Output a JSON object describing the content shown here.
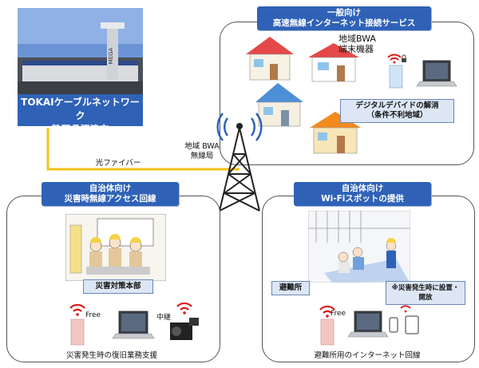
{
  "photo_caption": {
    "line1": "TOKAIケーブルネットワーク",
    "line2": "静岡県沼津市"
  },
  "fiber_label": "光ファイバー",
  "station_label": {
    "line1": "地域 BWA",
    "line2": "無線局"
  },
  "panel_top": {
    "header_line1": "一般向け",
    "header_line2": "高速無線インターネット接続サービス",
    "device_label_line1": "地域BWA",
    "device_label_line2": "端末機器",
    "note_line1": "デジタルデバイドの解消",
    "note_line2": "（条件不利地域）"
  },
  "panel_left": {
    "header_line1": "自治体向け",
    "header_line2": "災害時無線アクセス回線",
    "hq_label": "災害対策本部",
    "free_label": "Free",
    "relay_label": "中継",
    "footer": "災害発生時の復旧業務支援"
  },
  "panel_right": {
    "header_line1": "自治体向け",
    "header_line2": "Wi-Fiスポットの提供",
    "shelter_label": "避難所",
    "note": "※災害発生時に設置・開放",
    "free_label": "Free",
    "footer": "避難所用のインターネット回線"
  },
  "colors": {
    "accent": "#2f62b7",
    "fiber": "#f3c21b",
    "wifi": "#e01a1a",
    "label_bg": "#dce6f4"
  }
}
